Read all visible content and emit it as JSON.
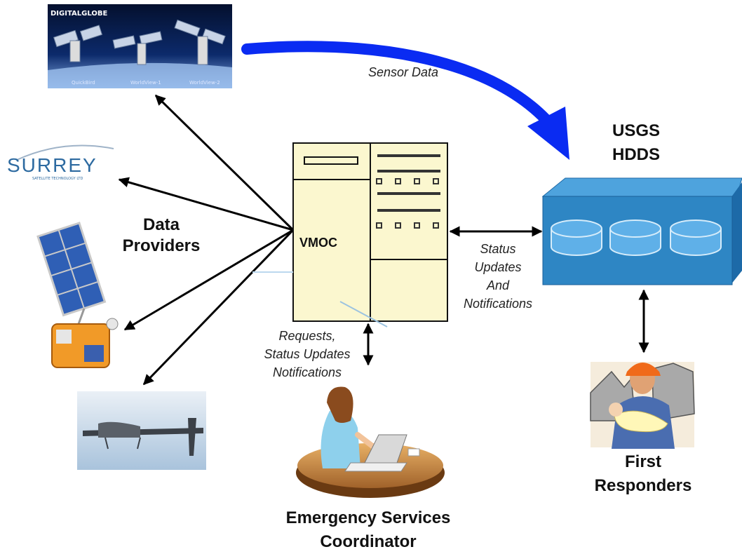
{
  "diagram": {
    "colors": {
      "background": "#ffffff",
      "flow_arrow": "#0a2bf2",
      "connector": "#000000",
      "server_fill": "#fbf7cf",
      "storage_fill": "#2e86c4",
      "storage_top": "#4ea3dd",
      "surrey_blue": "#2d6aa0"
    },
    "icons": {
      "provider_1": "satellite-constellation-image",
      "provider_2": "surrey-logo",
      "provider_3": "satellite-image",
      "provider_4": "drone-image",
      "server": "server-rack-icon",
      "storage": "disk-array-icon",
      "coordinator": "operator-at-desk-icon",
      "responder": "responder-with-child-icon"
    },
    "digitalglobe": {
      "brand": "DIGITALGLOBE",
      "satellites": [
        "QuickBird",
        "WorldView-1",
        "WorldView-2"
      ]
    },
    "surrey": {
      "name": "SURREY",
      "tagline": "SATELLITE TECHNOLOGY LTD"
    },
    "labels": {
      "data_providers_1": "Data",
      "data_providers_2": "Providers",
      "sensor_data": "Sensor Data",
      "usgs_1": "USGS",
      "usgs_2": "HDDS",
      "vmoc": "VMOC",
      "status_1": "Status",
      "status_2": "Updates",
      "status_3": "And",
      "status_4": "Notifications",
      "requests_1": "Requests,",
      "requests_2": "Status Updates",
      "requests_3": "Notifications",
      "coordinator_1": "Emergency Services",
      "coordinator_2": "Coordinator",
      "responders_1": "First",
      "responders_2": "Responders"
    }
  }
}
